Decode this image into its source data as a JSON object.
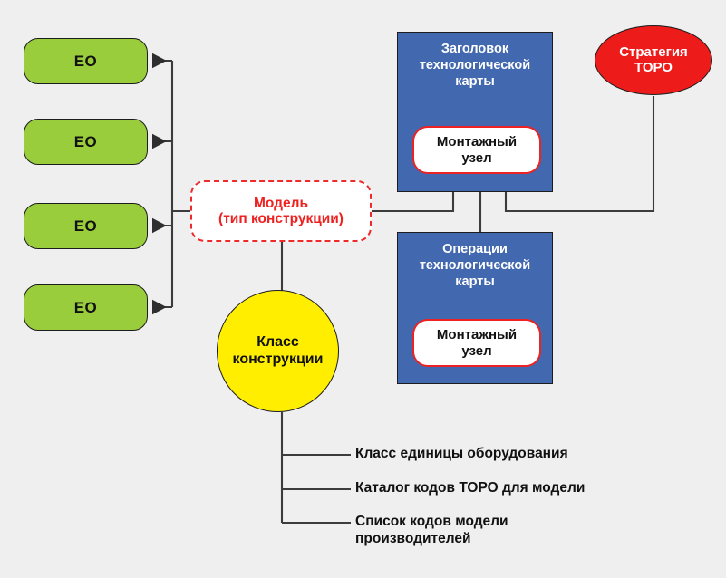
{
  "diagram": {
    "background_color": "#efefef",
    "title": "",
    "eo_nodes": [
      {
        "label": "ЕО",
        "color": "#9ACD3C"
      },
      {
        "label": "ЕО",
        "color": "#9ACD3C"
      },
      {
        "label": "ЕО",
        "color": "#9ACD3C"
      },
      {
        "label": "ЕО",
        "color": "#9ACD3C"
      }
    ],
    "model_node": {
      "line1": "Модель",
      "line2": "(тип конструкции)",
      "text_color": "#ef2020",
      "border_color": "#ef2a2a",
      "border_style": "dashed"
    },
    "blue_boxes": [
      {
        "title_line1": "Заголовок",
        "title_line2": "технологической",
        "title_line3": "карты",
        "color": "#4268B0",
        "inner": {
          "line1": "Монтажный",
          "line2": "узел",
          "border_color": "#ee2222"
        }
      },
      {
        "title_line1": "Операции",
        "title_line2": "технологической",
        "title_line3": "карты",
        "color": "#4268B0",
        "inner": {
          "line1": "Монтажный",
          "line2": "узел",
          "border_color": "#ee2222"
        }
      }
    ],
    "strategy_node": {
      "line1": "Стратегия",
      "line2": "ТОРО",
      "color": "#ee1b1b",
      "text_color": "#ffffff"
    },
    "class_node": {
      "line1": "Класс",
      "line2": "конструкции",
      "color": "#FFEE00",
      "text_color": "#111111"
    },
    "leaf_items": [
      {
        "label": "Класс единицы оборудования"
      },
      {
        "label": "Каталог кодов ТОРО для модели"
      },
      {
        "label": "Список кодов модели\nпроизводителей"
      }
    ],
    "connector_color": "#3c3c3c"
  }
}
